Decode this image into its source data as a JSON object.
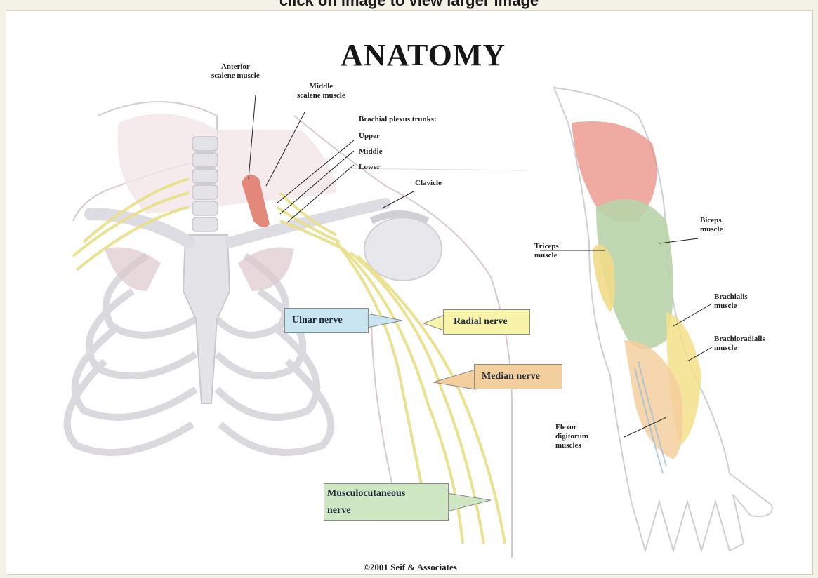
{
  "header": {
    "link_text": "click on image to view larger image"
  },
  "figure": {
    "title": "ANATOMY",
    "copyright": "©2001 Seif & Associates",
    "labels": {
      "anterior_scalene_line1": "Anterior",
      "anterior_scalene_line2": "scalene muscle",
      "middle_scalene_line1": "Middle",
      "middle_scalene_line2": "scalene muscle",
      "brachial_plexus": "Brachial plexus trunks:",
      "upper": "Upper",
      "middle": "Middle",
      "lower": "Lower",
      "clavicle": "Clavicle",
      "biceps_line1": "Biceps",
      "biceps_line2": "muscle",
      "triceps_line1": "Triceps",
      "triceps_line2": "muscle",
      "brachialis_line1": "Brachialis",
      "brachialis_line2": "muscle",
      "brachioradialis_line1": "Brachioradialis",
      "brachioradialis_line2": "muscle",
      "flexor_line1": "Flexor",
      "flexor_line2": "digitorum",
      "flexor_line3": "muscles"
    },
    "callouts": {
      "ulnar": "Ulnar nerve",
      "radial": "Radial nerve",
      "median": "Median nerve",
      "musculo_line1": "Musculocutaneous",
      "musculo_line2": "nerve"
    },
    "colors": {
      "ulnar_box": "#c9e6f0",
      "radial_box": "#f7f3a8",
      "median_box": "#f4cf9e",
      "musculo_box": "#cfe6c3",
      "nerve": "#e9e08c",
      "muscle_red": "#e07c6c",
      "bicep_green": "#b8d4a8",
      "bone": "#e6e6ea"
    }
  }
}
